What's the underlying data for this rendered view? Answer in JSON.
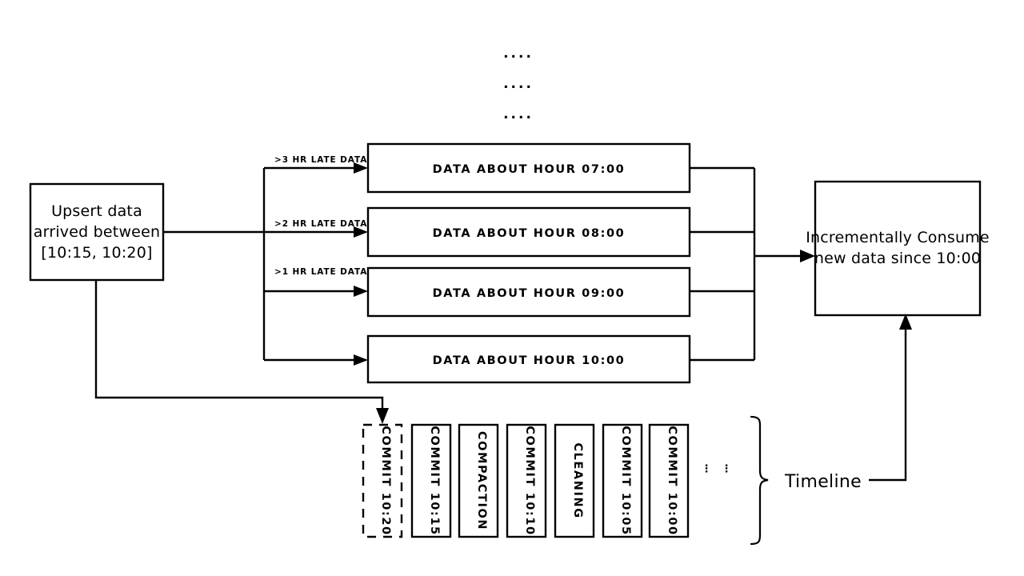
{
  "diagram": {
    "title_hidden": "",
    "source_box": {
      "lines": [
        "Upsert data",
        "arrived between",
        "[10:15, 10:20]"
      ]
    },
    "edge_labels": [
      {
        "label": ">3 HR LATE DATA"
      },
      {
        "label": ">2 HR LATE DATA"
      },
      {
        "label": ">1 HR LATE DATA"
      },
      {
        "label": ""
      }
    ],
    "data_boxes": [
      {
        "label": "DATA ABOUT HOUR 07:00"
      },
      {
        "label": "DATA ABOUT HOUR 08:00"
      },
      {
        "label": "DATA ABOUT HOUR 09:00"
      },
      {
        "label": "DATA ABOUT HOUR 10:00"
      }
    ],
    "ellipsis_rows": [
      "....",
      "....",
      "...."
    ],
    "consume_box": {
      "lines": [
        "Incrementally Consume",
        "new data since 10:00"
      ]
    },
    "timeline": {
      "label": "Timeline",
      "ellipsis": "⋮",
      "commits": [
        {
          "label": "COMMIT 10:20",
          "style": "dashed"
        },
        {
          "label": "COMMIT 10:15",
          "style": "solid"
        },
        {
          "label": "COMPACTION",
          "style": "solid"
        },
        {
          "label": "COMMIT 10:10",
          "style": "solid"
        },
        {
          "label": "CLEANING",
          "style": "solid"
        },
        {
          "label": "COMMIT 10:05",
          "style": "solid"
        },
        {
          "label": "COMMIT 10:00",
          "style": "solid"
        }
      ]
    },
    "colors": {
      "stroke": "#000000",
      "background": "#ffffff",
      "text": "#000000"
    }
  }
}
